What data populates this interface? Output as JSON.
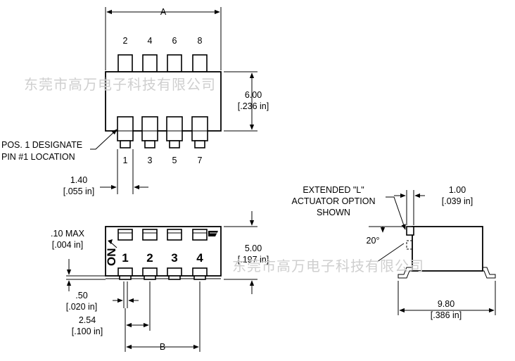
{
  "watermark": "东莞市高万电子科技有限公司",
  "top_view": {
    "pin_numbers_top": [
      "2",
      "4",
      "6",
      "8"
    ],
    "pin_numbers_bottom": [
      "1",
      "3",
      "5",
      "7"
    ],
    "dim_a": "A",
    "height_mm": "6.00",
    "height_in": "[.236 in]",
    "note_line1": "POS. 1 DESIGNATE",
    "note_line2": "PIN #1 LOCATION",
    "pitch_mm": "1.40",
    "pitch_in": "[.055 in]"
  },
  "front_view": {
    "on_label": "ON",
    "switch_numbers": [
      "1",
      "2",
      "3",
      "4"
    ],
    "max_mm": ".10 MAX",
    "max_in": "[.004 in]",
    "height_mm": "5.00",
    "height_in": "[.197 in]",
    "lead_mm": ".50",
    "lead_in": "[.020 in]",
    "spacing_mm": "2.54",
    "spacing_in": "[.100 in]",
    "dim_b": "B"
  },
  "side_view": {
    "note_line1": "EXTENDED \"L\"",
    "note_line2": "ACTUATOR OPTION",
    "note_line3": "SHOWN",
    "actuator_mm": "1.00",
    "actuator_in": "[.039 in]",
    "angle": "20°",
    "width_mm": "9.80",
    "width_in": "[.386 in]"
  }
}
